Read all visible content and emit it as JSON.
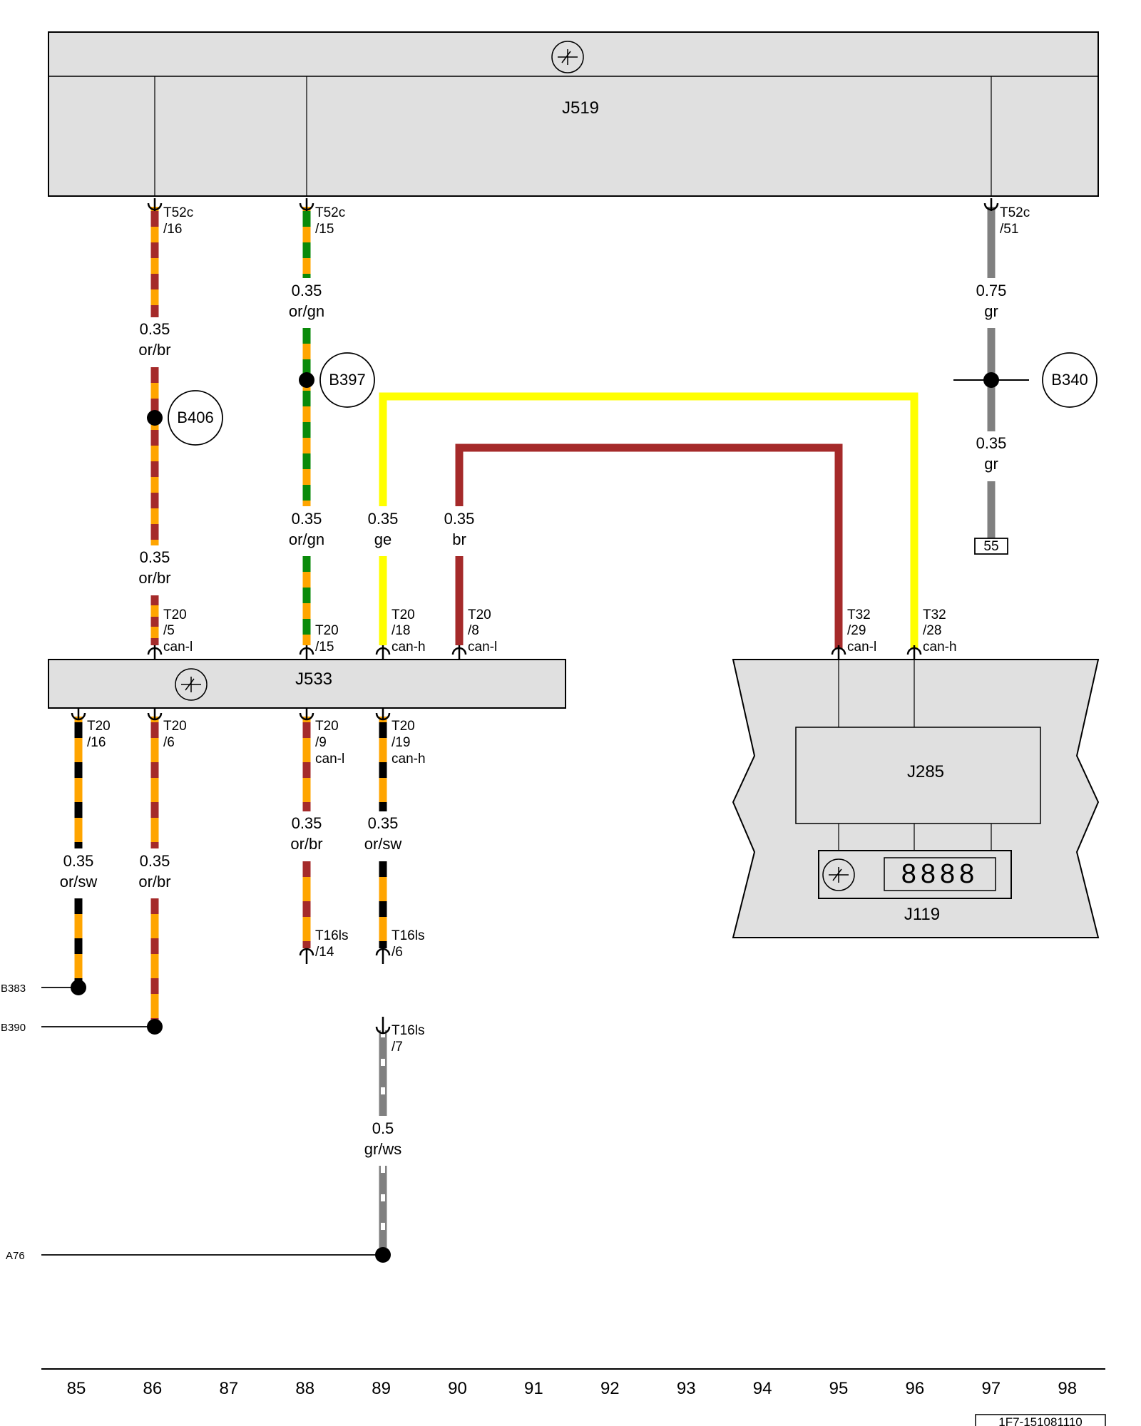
{
  "components": {
    "j519": "J519",
    "j533": "J533",
    "j285": "J285",
    "j119": "J119",
    "display_digits": "8888",
    "b406": "B406",
    "b397": "B397",
    "b340": "B340",
    "terminal_55": "55"
  },
  "pins": {
    "t52c_16": [
      "T52c",
      "/16"
    ],
    "t52c_15": [
      "T52c",
      "/15"
    ],
    "t52c_51": [
      "T52c",
      "/51"
    ],
    "t20_5": [
      "T20",
      "/5",
      "can-l"
    ],
    "t20_15": [
      "T20",
      "/15"
    ],
    "t20_18": [
      "T20",
      "/18",
      "can-h"
    ],
    "t20_8": [
      "T20",
      "/8",
      "can-l"
    ],
    "t32_29": [
      "T32",
      "/29",
      "can-l"
    ],
    "t32_28": [
      "T32",
      "/28",
      "can-h"
    ],
    "t20_16": [
      "T20",
      "/16"
    ],
    "t20_6": [
      "T20",
      "/6"
    ],
    "t20_9": [
      "T20",
      "/9",
      "can-l"
    ],
    "t20_19": [
      "T20",
      "/19",
      "can-h"
    ],
    "t16ls_14": [
      "T16ls",
      "/14"
    ],
    "t16ls_6": [
      "T16ls",
      "/6"
    ],
    "t16ls_7": [
      "T16ls",
      "/7"
    ]
  },
  "wires": {
    "w1": [
      "0.35",
      "or/br"
    ],
    "w2": [
      "0.35",
      "or/gn"
    ],
    "w3": [
      "0.75",
      "gr"
    ],
    "w4": [
      "0.35",
      "or/br"
    ],
    "w5": [
      "0.35",
      "gr"
    ],
    "w6": [
      "0.35",
      "or/gn"
    ],
    "w7": [
      "0.35",
      "ge"
    ],
    "w8": [
      "0.35",
      "br"
    ],
    "w9": [
      "0.35",
      "or/br"
    ],
    "w10": [
      "0.35",
      "or/sw"
    ],
    "w11": [
      "0.35",
      "or/sw"
    ],
    "w12": [
      "0.35",
      "or/br"
    ],
    "w13": [
      "0.5",
      "gr/ws"
    ]
  },
  "references": {
    "b383": "B383",
    "b390": "B390",
    "a76": "A76"
  },
  "columns": [
    "85",
    "86",
    "87",
    "88",
    "89",
    "90",
    "91",
    "92",
    "93",
    "94",
    "95",
    "96",
    "97",
    "98"
  ],
  "footer_code": "1F7-151081110",
  "colors": {
    "orange": "#ffa500",
    "brown": "#a52a2a",
    "green": "#0a8a0a",
    "black": "#000000",
    "yellow": "#ffff00",
    "grey": "#808080",
    "white": "#ffffff",
    "box_fill": "#e0e0e0"
  }
}
